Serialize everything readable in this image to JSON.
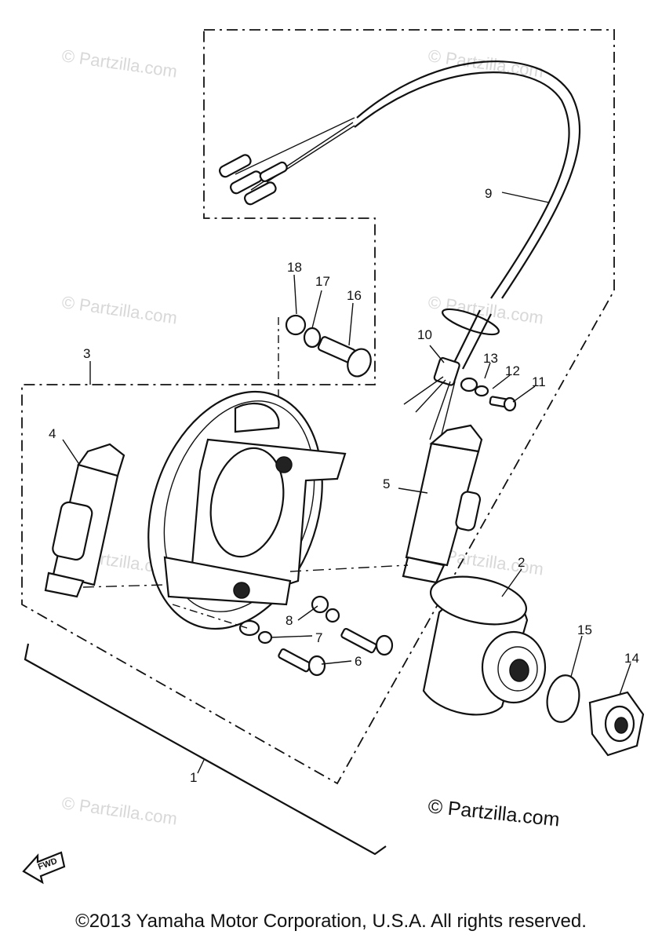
{
  "callouts": {
    "c1": "1",
    "c2": "2",
    "c3": "3",
    "c4": "4",
    "c5": "5",
    "c6": "6",
    "c7": "7",
    "c8": "8",
    "c9": "9",
    "c10": "10",
    "c11": "11",
    "c12": "12",
    "c13": "13",
    "c14": "14",
    "c15": "15",
    "c16": "16",
    "c17": "17",
    "c18": "18"
  },
  "fwd_label": "FWD",
  "watermark": "© Partzilla.com",
  "copyright": "©2013 Yamaha Motor Corporation, U.S.A. All rights reserved."
}
